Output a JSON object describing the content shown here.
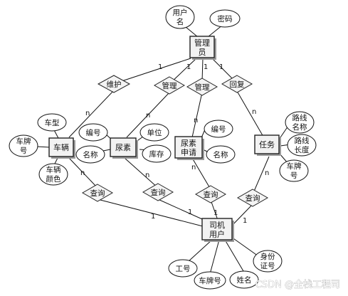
{
  "entities": {
    "admin": [
      "管理",
      "员"
    ],
    "vehicle": [
      "车辆"
    ],
    "urea": [
      "尿素"
    ],
    "urea_request": [
      "尿素",
      "申请"
    ],
    "task": [
      "任务"
    ],
    "driver": [
      "司机",
      "用户"
    ]
  },
  "relationships": {
    "maintain": "维护",
    "manage_urea": "管理",
    "manage_request": "管理",
    "reply": "回复",
    "query_vehicle": "查询",
    "query_urea": "查询",
    "query_request": "查询",
    "query_task": "查询"
  },
  "attributes": {
    "admin_username": [
      "用户",
      "名"
    ],
    "admin_password": [
      "密码"
    ],
    "vehicle_model": [
      "车型"
    ],
    "vehicle_plate": [
      "车牌",
      "号"
    ],
    "vehicle_color": [
      "车辆",
      "颜色"
    ],
    "urea_number": [
      "编号"
    ],
    "urea_name": [
      "名称"
    ],
    "urea_unit": [
      "单位"
    ],
    "urea_stock": [
      "库存"
    ],
    "request_number": [
      "编号"
    ],
    "request_name": [
      "名称"
    ],
    "task_route_name": [
      "路线",
      "名称"
    ],
    "task_route_length": [
      "路线",
      "长度"
    ],
    "task_plate": [
      "车牌",
      "号"
    ],
    "driver_employee_id": [
      "工号"
    ],
    "driver_plate": [
      "车牌号"
    ],
    "driver_name": [
      "姓名"
    ],
    "driver_id_card": [
      "身份",
      "证号"
    ]
  },
  "cardinalities": {
    "admin_maintain": "1",
    "admin_manage_urea": "1",
    "admin_manage_request": "1",
    "admin_reply": "1",
    "maintain_vehicle": "n",
    "manage_urea": "n",
    "manage_request": "n",
    "reply_task": "n",
    "vehicle_query": "n",
    "urea_query": "n",
    "request_query": "n",
    "task_query": "n",
    "query_vehicle_driver": "1",
    "query_urea_driver": "1",
    "query_request_driver": "1",
    "query_task_driver": "1"
  },
  "watermark": "CSDN @全栈工程司"
}
